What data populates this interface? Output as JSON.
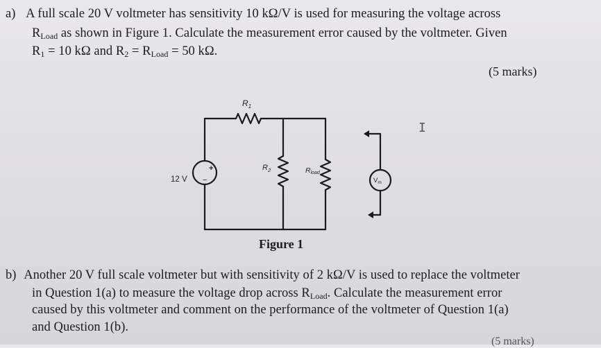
{
  "question_a": {
    "label": "a)",
    "line1": "A full scale 20 V voltmeter has sensitivity 10 kΩ/V is used for measuring the voltage across",
    "line2_r": "R",
    "line2_sub": "Load",
    "line2_rest": " as shown in Figure 1. Calculate the measurement error caused by the voltmeter. Given",
    "line3_p1": "R",
    "line3_s1": "1",
    "line3_p2": " = 10 kΩ and R",
    "line3_s2": "2",
    "line3_p3": " = R",
    "line3_s3": "Load",
    "line3_p4": " = 50 kΩ.",
    "marks": "(5 marks)"
  },
  "figure": {
    "caption": "Figure 1",
    "source_label": "12 V",
    "plus": "+",
    "minus": "−",
    "r1": "R",
    "r1_sub": "1",
    "r2": "R",
    "r2_sub": "2",
    "rload": "R",
    "rload_sub": "load",
    "vm": "V",
    "vm_sub": "m"
  },
  "cursor": "I",
  "question_b": {
    "label": "b)",
    "line1": "Another 20 V full scale voltmeter but with sensitivity of 2 kΩ/V is used to replace the voltmeter",
    "line2_p1": "in Question 1(a) to measure the voltage drop across R",
    "line2_sub": "Load",
    "line2_p2": ". Calculate the measurement error",
    "line3": "caused by this voltmeter and comment on the performance of the voltmeter of Question 1(a)",
    "line4": "and Question 1(b).",
    "marks": "(5 marks)"
  }
}
